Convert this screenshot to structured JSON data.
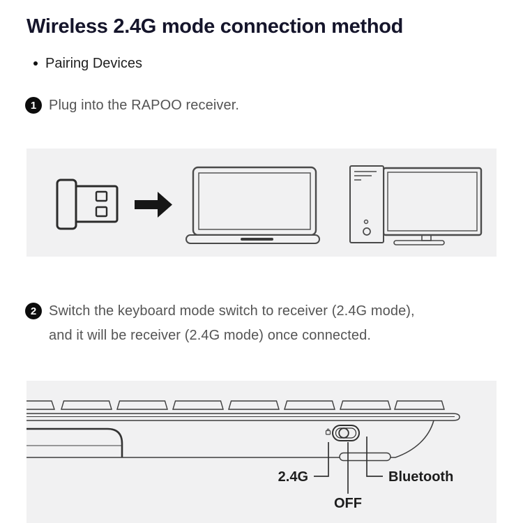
{
  "title": "Wireless 2.4G mode connection method",
  "bullet_item": "Pairing Devices",
  "steps": [
    {
      "number": "1",
      "lines": [
        "Plug into the RAPOO receiver."
      ]
    },
    {
      "number": "2",
      "lines": [
        "Switch the keyboard mode switch to receiver (2.4G mode),",
        "and it will be receiver (2.4G mode) once connected."
      ]
    }
  ],
  "diagram_receiver": {
    "icons": [
      "usb-receiver",
      "arrow-right",
      "laptop",
      "desktop-tower",
      "monitor"
    ]
  },
  "diagram_switch": {
    "icons": [
      "keyboard-side-view",
      "mode-switch",
      "indicator"
    ],
    "labels": {
      "left": "2.4G",
      "middle": "OFF",
      "right": "Bluetooth"
    }
  },
  "colors": {
    "panel_bg": "#f1f1f2",
    "title_text": "#15152b",
    "step_text": "#545454",
    "diagram_label_text": "#1d1d1d",
    "line_art": "#3d3d3d",
    "badge_bg": "#0c0c0c"
  }
}
